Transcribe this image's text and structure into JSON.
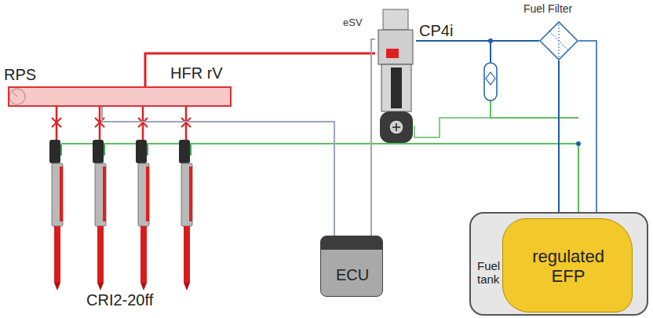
{
  "diagram": {
    "nodes": [
      {
        "text": [
          "HFR rV"
        ]
      },
      {
        "text": [
          "CP4i"
        ]
      },
      {
        "text": [
          "Fuel Filter"
        ]
      },
      {
        "text": [
          "Fuel tank"
        ]
      },
      {
        "text": [
          "regulated EFP"
        ],
        "in": 3
      },
      {
        "text": [
          "ECU"
        ]
      }
    ],
    "edges": [
      {
        "from": 1,
        "to": 0,
        "arrow": "none"
      },
      {
        "from": 2,
        "to": 1,
        "arrow": "none"
      },
      {
        "from": 4,
        "to": 2,
        "arrow": "none"
      },
      {
        "from": 5,
        "to": 1,
        "arrow": "none"
      },
      {
        "from": 5,
        "to": 0,
        "arrow": "none"
      }
    ],
    "labels": [
      "RPS",
      "eSV",
      "CRI2-20ff"
    ]
  }
}
